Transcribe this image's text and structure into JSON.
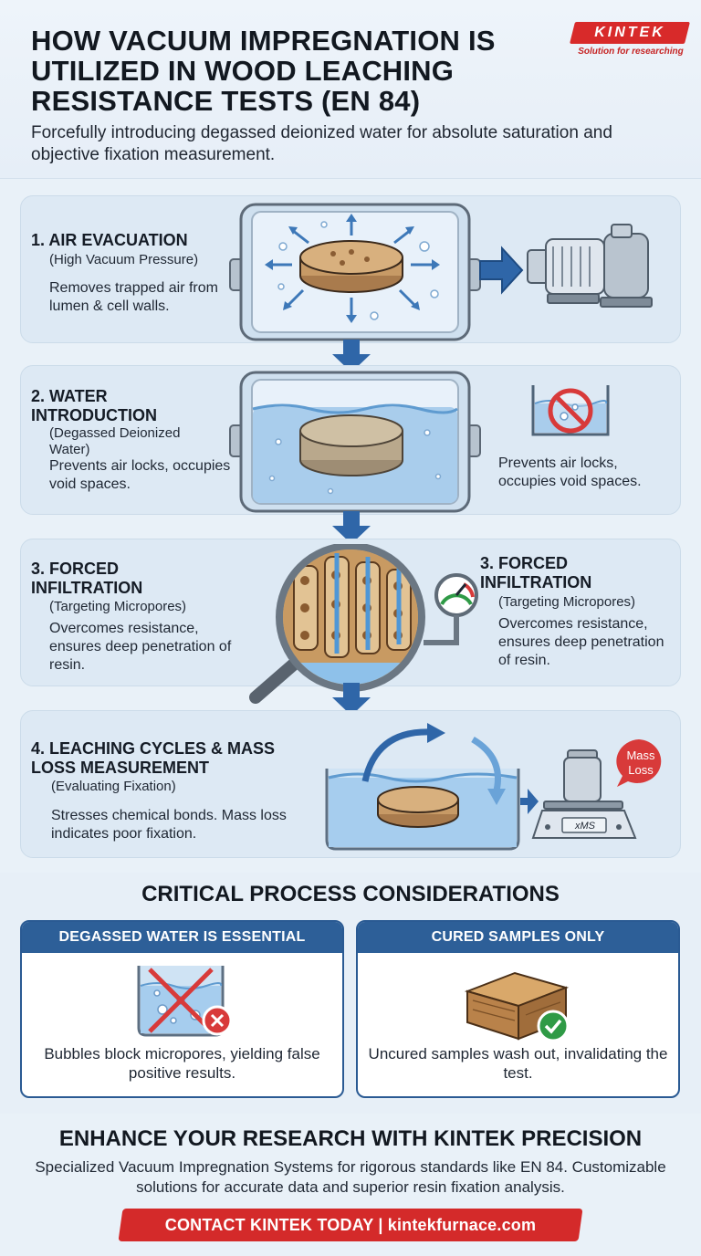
{
  "header": {
    "title": "HOW VACUUM IMPREGNATION IS UTILIZED IN WOOD LEACHING RESISTANCE TESTS (EN 84)",
    "subtitle": "Forcefully introducing degassed deionized water for absolute saturation and objective fixation measurement.",
    "logo": "KINTEK",
    "logo_tagline": "Solution for researching"
  },
  "steps": [
    {
      "heading": "1. AIR EVACUATION",
      "sub": "(High Vacuum Pressure)",
      "desc": "Removes trapped air from lumen & cell walls.",
      "icons": [
        "vacuum-chamber-icon",
        "vacuum-pump-icon"
      ]
    },
    {
      "heading": "2. WATER INTRODUCTION",
      "sub": "(Degassed Deionized Water)",
      "desc": "Prevents air locks, occupies void spaces.",
      "desc_right": "Prevents air locks, occupies void spaces.",
      "icons": [
        "water-filled-chamber-icon",
        "no-bubbles-icon"
      ]
    },
    {
      "heading": "3. FORCED INFILTRATION",
      "sub": "(Targeting Micropores)",
      "desc": "Overcomes resistance, ensures deep penetration of resin.",
      "heading_right": "3. FORCED INFILTRATION",
      "sub_right": "(Targeting Micropores)",
      "desc_right": "Overcomes resistance, ensures deep penetration of resin.",
      "icons": [
        "magnifier-wood-cells-icon",
        "pressure-gauge-icon"
      ]
    },
    {
      "heading": "4. LEACHING CYCLES & MASS LOSS MEASUREMENT",
      "sub": "(Evaluating Fixation)",
      "desc": "Stresses chemical bonds. Mass loss indicates poor fixation.",
      "badge": "Mass Loss",
      "scale_readout": "xMS",
      "icons": [
        "leaching-bath-icon",
        "weighing-scale-icon"
      ]
    }
  ],
  "critical": {
    "title": "CRITICAL PROCESS CONSIDERATIONS",
    "cards": [
      {
        "heading": "DEGASSED WATER IS ESSENTIAL",
        "text": "Bubbles block micropores, yielding false positive results.",
        "icon": "bubbles-crossed-icon",
        "status": "error"
      },
      {
        "heading": "CURED SAMPLES ONLY",
        "text": "Uncured samples wash out, invalidating the test.",
        "icon": "wood-block-check-icon",
        "status": "ok"
      }
    ]
  },
  "cta": {
    "title": "ENHANCE YOUR RESEARCH WITH KINTEK PRECISION",
    "text": "Specialized Vacuum Impregnation Systems for rigorous standards like EN 84. Customizable solutions for accurate data and superior resin fixation analysis.",
    "button": "CONTACT KINTEK TODAY | kintekfurnace.com"
  },
  "colors": {
    "accent_blue": "#2d5f98",
    "arrow_blue": "#2f66a8",
    "brand_red": "#d42a2a",
    "ok_green": "#2f9a46",
    "error_red": "#d83a3a",
    "panel_bg": "#dde9f4"
  }
}
